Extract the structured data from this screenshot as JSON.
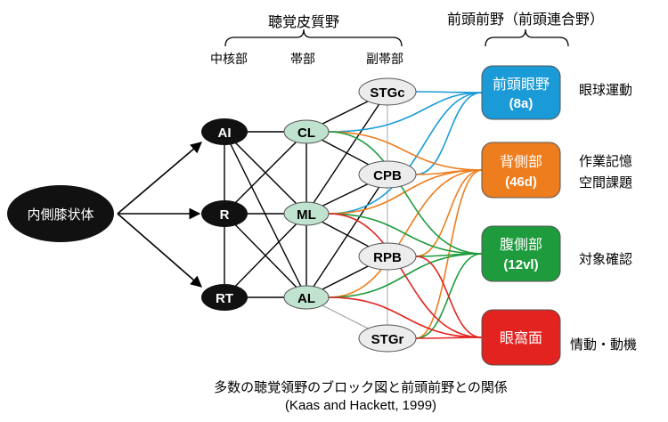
{
  "headers": {
    "auditory_cortex": "聴覚皮質野",
    "prefrontal": "前頭前野（前頭連合野）",
    "core": "中核部",
    "belt": "帯部",
    "parabelt": "副帯部"
  },
  "nodes": {
    "lgn": "内側膝状体",
    "AI": "AI",
    "R": "R",
    "RT": "RT",
    "CL": "CL",
    "ML": "ML",
    "AL": "AL",
    "STGc": "STGc",
    "CPB": "CPB",
    "RPB": "RPB",
    "STGr": "STGr"
  },
  "targets": [
    {
      "name": "前頭眼野",
      "code": "(8a)",
      "function": "眼球運動",
      "function2": "",
      "color": "#1a9bd7"
    },
    {
      "name": "背側部",
      "code": "(46d)",
      "function": "作業記憶",
      "function2": "空間課題",
      "color": "#ee7d1e"
    },
    {
      "name": "腹側部",
      "code": "(12vl)",
      "function": "対象確認",
      "function2": "",
      "color": "#1e9b3c"
    },
    {
      "name": "眼窩面",
      "code": "",
      "function": "情動・動機",
      "function2": "",
      "color": "#e3231f"
    }
  ],
  "caption": {
    "line1": "多数の聴覚領野のブロック図と前頭前野との関係",
    "line2": "(Kaas and Hackett, 1999)"
  },
  "colors": {
    "core_fill": "#111111",
    "belt_fill": "#bfe3cf",
    "parabelt_fill": "#ececec",
    "blue": "#1a9bd7",
    "orange": "#ee7d1e",
    "green": "#1e9b3c",
    "red": "#e3231f"
  }
}
